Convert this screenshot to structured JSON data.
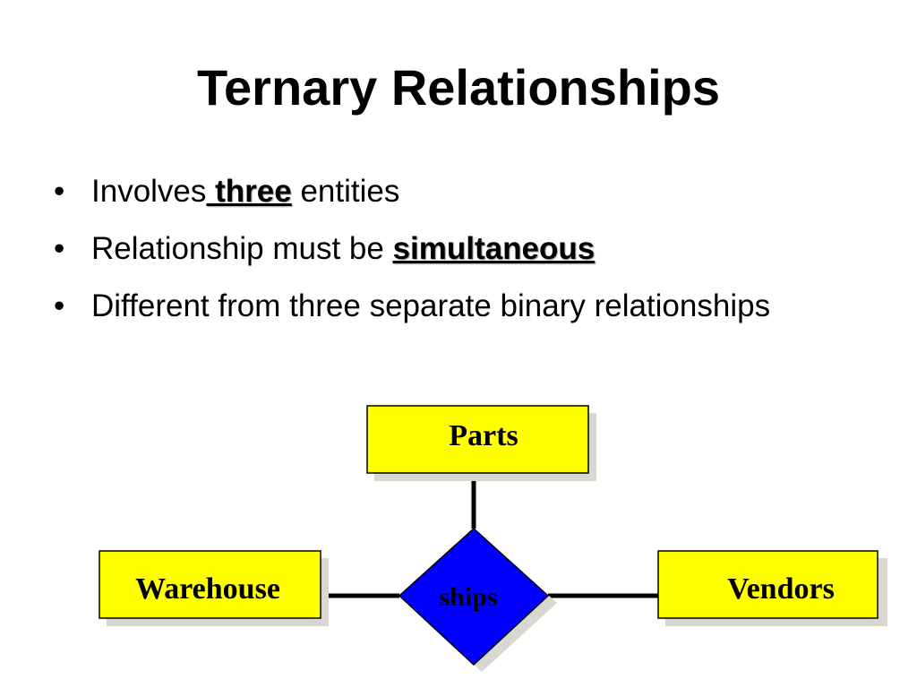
{
  "slide": {
    "title": "Ternary Relationships"
  },
  "bullets": [
    {
      "before": "Involves",
      "emphasis": " three",
      "after": " entities"
    },
    {
      "before": "Relationship must be ",
      "emphasis": "simultaneous",
      "after": ""
    },
    {
      "before": "Different from three separate binary relationships",
      "emphasis": "",
      "after": ""
    }
  ],
  "bullet_symbol": "•",
  "diagram": {
    "entities": {
      "top": "Parts",
      "left": "Warehouse",
      "right": "Vendors"
    },
    "relationship": "ships",
    "colors": {
      "entity_fill": "#ffff00",
      "relationship_fill": "#0000ff",
      "shadow": "#d8d8d0",
      "connector": "#000000"
    }
  }
}
